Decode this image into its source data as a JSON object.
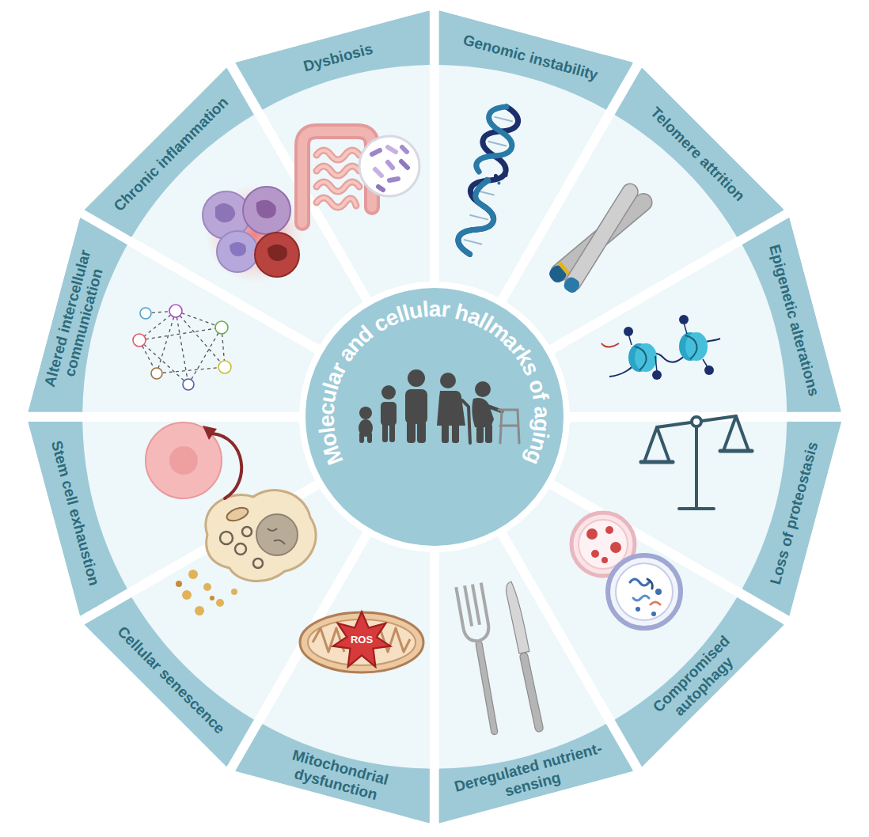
{
  "diagram": {
    "nodes": [
      {
        "text": [
          "Molecular and cellular hallmarks of aging"
        ]
      },
      {
        "text": [
          "Genomic instability"
        ]
      },
      {
        "text": [
          "Telomere attrition"
        ]
      },
      {
        "text": [
          "Epigenetic alterations"
        ]
      },
      {
        "text": [
          "Loss of proteostasis"
        ]
      },
      {
        "text": [
          "Compromised autophagy"
        ]
      },
      {
        "text": [
          "Deregulated nutrient-sensing"
        ]
      },
      {
        "text": [
          "Mitochondrial dysfunction"
        ]
      },
      {
        "text": [
          "Cellular senescence"
        ]
      },
      {
        "text": [
          "Stem cell exhaustion"
        ]
      },
      {
        "text": [
          "Altered intercellular communication"
        ]
      },
      {
        "text": [
          "Chronic inflammation"
        ]
      },
      {
        "text": [
          "Dysbiosis"
        ]
      }
    ],
    "labels": [
      "ROS"
    ]
  }
}
